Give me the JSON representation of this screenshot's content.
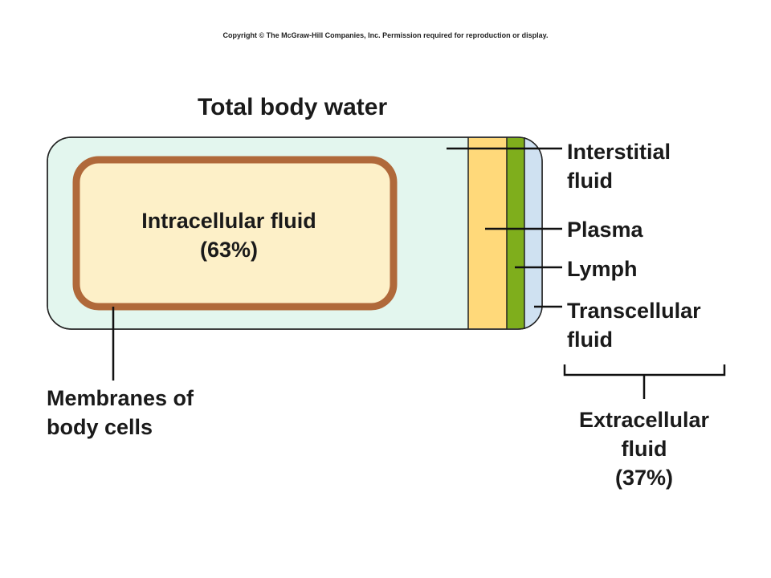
{
  "copyright": "Copyright © The McGraw-Hill Companies, Inc. Permission required for reproduction or display.",
  "title": "Total body water",
  "intracellular": {
    "line1": "Intracellular fluid",
    "line2": "(63%)"
  },
  "labels": {
    "interstitial": [
      "Interstitial",
      "fluid"
    ],
    "plasma": "Plasma",
    "lymph": "Lymph",
    "transcellular": [
      "Transcellular",
      "fluid"
    ],
    "membranes": [
      "Membranes of",
      "body cells"
    ],
    "extracellular": [
      "Extracellular",
      "fluid",
      "(37%)"
    ]
  },
  "colors": {
    "interstitial": "#e3f6ee",
    "cell_fill": "#fdf0c8",
    "membrane": "#b0693a",
    "plasma": "#ffd97a",
    "lymph": "#7fae1c",
    "transcellular": "#cfe1f1",
    "outline": "#222222"
  }
}
